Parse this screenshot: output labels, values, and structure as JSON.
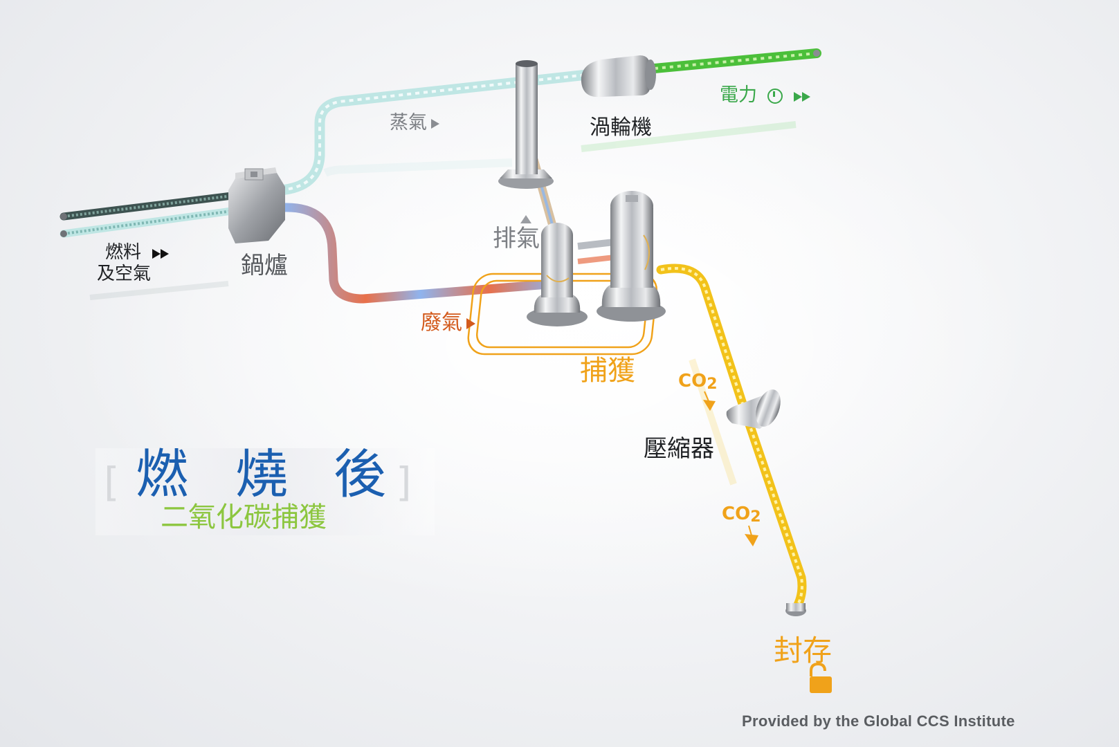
{
  "labels": {
    "fuel_air_line1": "燃料",
    "fuel_air_line2": "及空氣",
    "boiler": "鍋爐",
    "steam": "蒸氣",
    "exhaust_vent": "排氣",
    "turbine": "渦輪機",
    "electricity": "電力",
    "flue_gas": "廢氣",
    "capture": "捕獲",
    "co2_first": "CO",
    "co2_first_sub": "2",
    "compressor": "壓縮器",
    "co2_second": "CO",
    "co2_second_sub": "2",
    "storage": "封存"
  },
  "title": {
    "char1": "燃",
    "char2": "燒",
    "char3": "後",
    "subtitle": "二氧化碳捕獲"
  },
  "credit": "Provided by the Global CCS Institute",
  "icons": [
    "fast-forward-icon",
    "power-icon",
    "padlock-icon"
  ],
  "colors": {
    "steam_pipe": "#bfe6e4",
    "flue_gas_pipe": "#7fa8e8",
    "flue_gas_hot": "#e8704a",
    "co2_pipe": "#f2c21a",
    "electric_line": "#4bbf3a",
    "capture_outline": "#f0a21a",
    "title_blue": "#1b5fb0",
    "subtitle_green": "#8cc63f",
    "flue_label": "#d35a1c",
    "power_label": "#3aa84a",
    "co2_label": "#f0a21a"
  }
}
